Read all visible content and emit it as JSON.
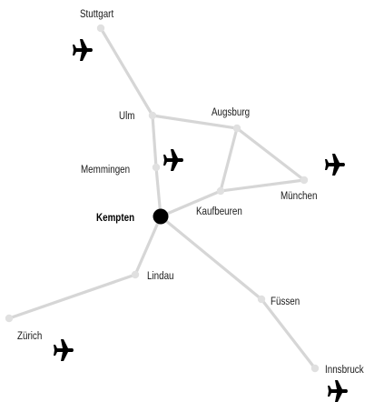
{
  "map": {
    "hub": {
      "id": "kempten",
      "label": "Kempten"
    },
    "cities": [
      {
        "id": "stuttgart",
        "label": "Stuttgart"
      },
      {
        "id": "ulm",
        "label": "Ulm"
      },
      {
        "id": "augsburg",
        "label": "Augsburg"
      },
      {
        "id": "memmingen",
        "label": "Memmingen"
      },
      {
        "id": "munchen",
        "label": "München"
      },
      {
        "id": "kaufbeuren",
        "label": "Kaufbeuren"
      },
      {
        "id": "lindau",
        "label": "Lindau"
      },
      {
        "id": "fussen",
        "label": "Füssen"
      },
      {
        "id": "zurich",
        "label": "Zürich"
      },
      {
        "id": "innsbruck",
        "label": "Innsbruck"
      }
    ],
    "connections": [
      [
        "stuttgart",
        "ulm"
      ],
      [
        "ulm",
        "augsburg"
      ],
      [
        "ulm",
        "memmingen"
      ],
      [
        "augsburg",
        "kaufbeuren"
      ],
      [
        "augsburg",
        "munchen"
      ],
      [
        "memmingen",
        "kempten"
      ],
      [
        "kaufbeuren",
        "munchen"
      ],
      [
        "kaufbeuren",
        "kempten"
      ],
      [
        "kempten",
        "lindau"
      ],
      [
        "lindau",
        "zurich"
      ],
      [
        "kempten",
        "fussen"
      ],
      [
        "fussen",
        "innsbruck"
      ]
    ],
    "airports": [
      "stuttgart",
      "memmingen",
      "munchen",
      "zurich",
      "innsbruck"
    ],
    "icons": {
      "airport": "airplane-icon"
    },
    "colors": {
      "road": "#d6d6d6",
      "node": "#e0e0e0",
      "hub": "#000000",
      "text": "#1a1a1a"
    }
  }
}
